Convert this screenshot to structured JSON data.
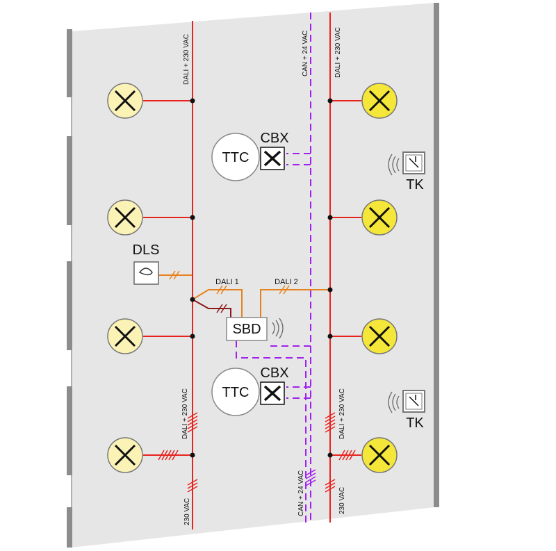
{
  "colors": {
    "background": "#e6e6e6",
    "wall": "#8c8c8c",
    "power_line": "#e8231e",
    "dali_line": "#e6821e",
    "can_line": "#a020f0",
    "dali_junction": "#8b1a1a",
    "lamp_pale": "#fbf3b6",
    "lamp_yellow": "#f5e63a",
    "node": "#111111"
  },
  "labels": {
    "dali_230_top_left": "DALI + 230 VAC",
    "can_24_top": "CAN + 24 VAC",
    "dali_230_top_right": "DALI + 230 VAC",
    "dali_230_bottom_left": "DALI + 230 VAC",
    "dali_230_bottom_right": "DALI + 230 VAC",
    "vac_bottom_left": "230 VAC",
    "can_24_bottom": "CAN + 24 VAC",
    "vac_bottom_right": "230 VAC",
    "dali_1": "DALI 1",
    "dali_2": "DALI 2"
  },
  "devices": {
    "ttc_top": "TTC",
    "ttc_bottom": "TTC",
    "cbx_top": "CBX",
    "cbx_bottom": "CBX",
    "sbd": "SBD",
    "dls": "DLS",
    "tk_top": "TK",
    "tk_bottom": "TK"
  },
  "icons": {
    "lamp": "lamp-x-icon",
    "cbx": "cbx-x-icon",
    "dls": "dls-sensor-icon",
    "tk": "tk-switch-icon",
    "wireless": "wireless-waves-icon"
  }
}
